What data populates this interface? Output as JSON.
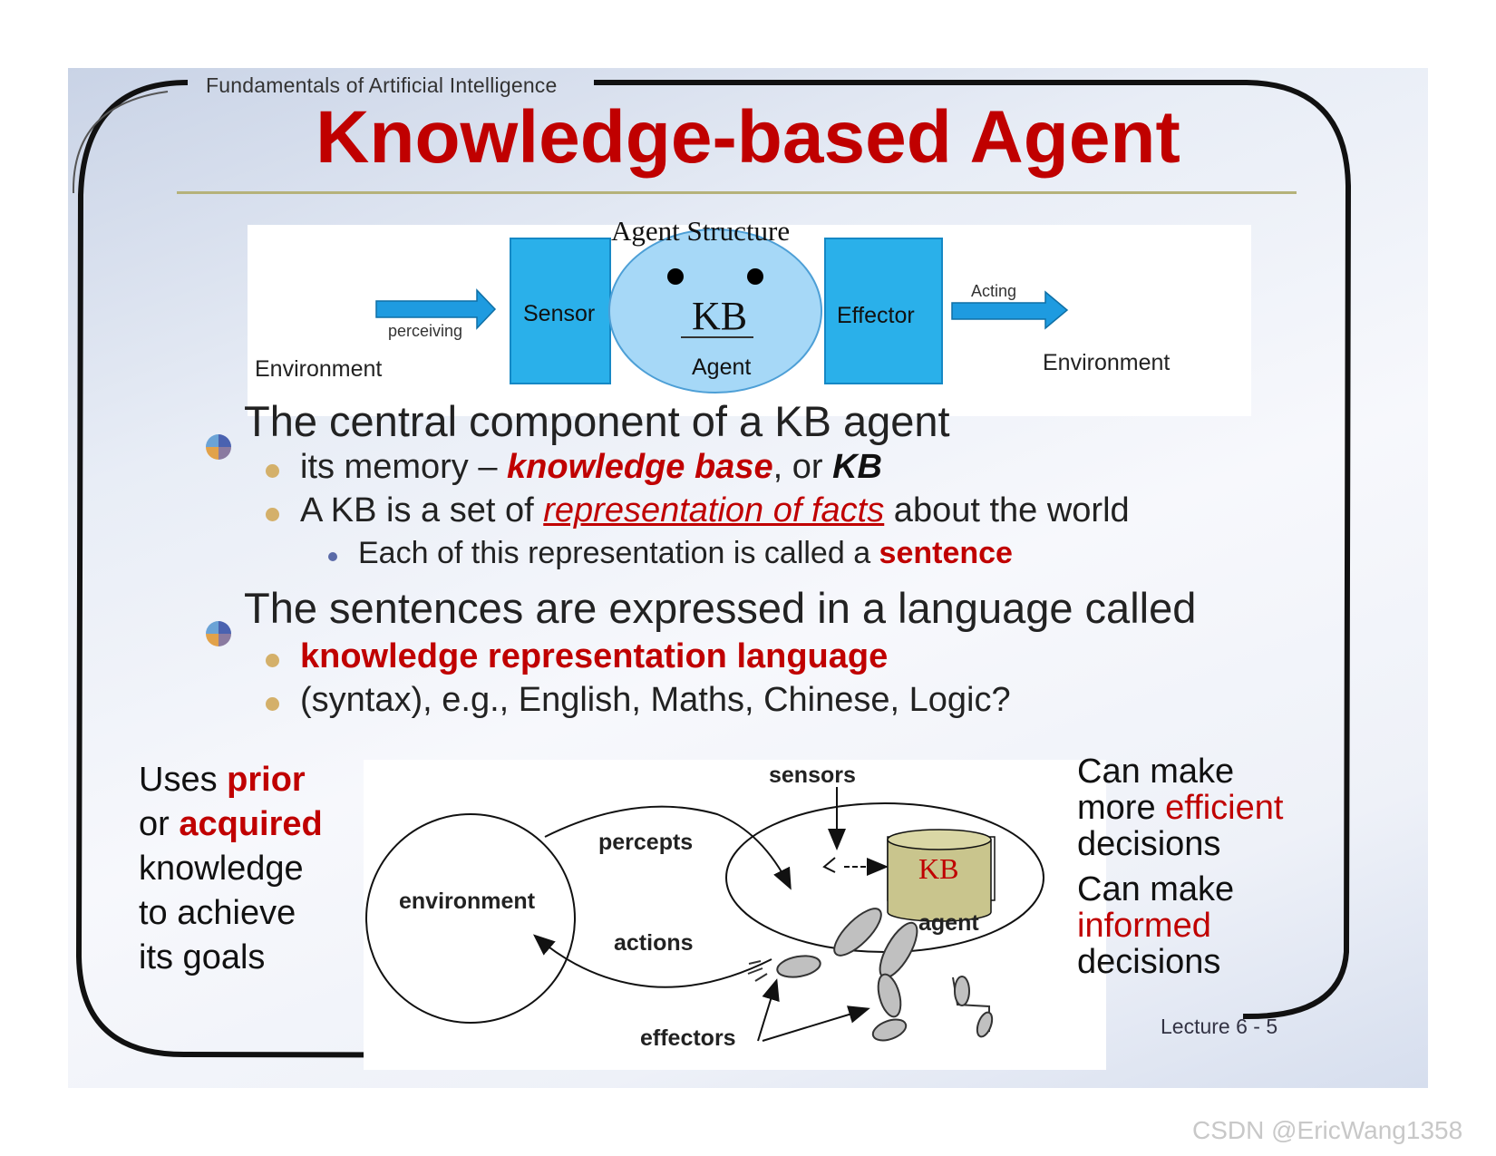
{
  "course_title": "Fundamentals  of Artificial Intelligence",
  "slide_title": "Knowledge-based Agent",
  "diagram_top": {
    "caption": "Agent Structure",
    "left_env": "Environment",
    "perceiving": "perceiving",
    "sensor": "Sensor",
    "kb": "KB",
    "agent": "Agent",
    "effector": "Effector",
    "acting": "Acting",
    "right_env": "Environment"
  },
  "bullets": {
    "b1": "The central component of a KB agent",
    "b1_1_pre": "its memory – ",
    "b1_1_kb": "knowledge base",
    "b1_1_mid": ", or ",
    "b1_1_kb2": "KB",
    "b1_2_pre": "A KB is a set of ",
    "b1_2_em": "representation of facts",
    "b1_2_post": " about the world",
    "b1_2_1_pre": "Each of this representation is called a ",
    "b1_2_1_em": "sentence",
    "b2": "The sentences are expressed in a language called",
    "b2_1": "knowledge representation language",
    "b2_2": "(syntax), e.g., English, Maths, Chinese, Logic?"
  },
  "diagram_bottom": {
    "sensors": "sensors",
    "percepts": "percepts",
    "environment": "environment",
    "actions": "actions",
    "kb": "KB",
    "agent": "agent",
    "effectors": "effectors"
  },
  "left_note": {
    "l1_pre": "Uses ",
    "l1_em": "prior",
    "l2_pre": "or ",
    "l2_em": "acquired",
    "l3": "knowledge",
    "l4": "to achieve",
    "l5": "its goals"
  },
  "right_note": {
    "a1": "Can make",
    "a2_pre": "more ",
    "a2_em": "efficient",
    "a3": "decisions",
    "b1": "Can make",
    "b2_em": "informed",
    "b3": "decisions"
  },
  "footer": "Lecture 6 - 5",
  "watermark": "CSDN @EricWang1358"
}
